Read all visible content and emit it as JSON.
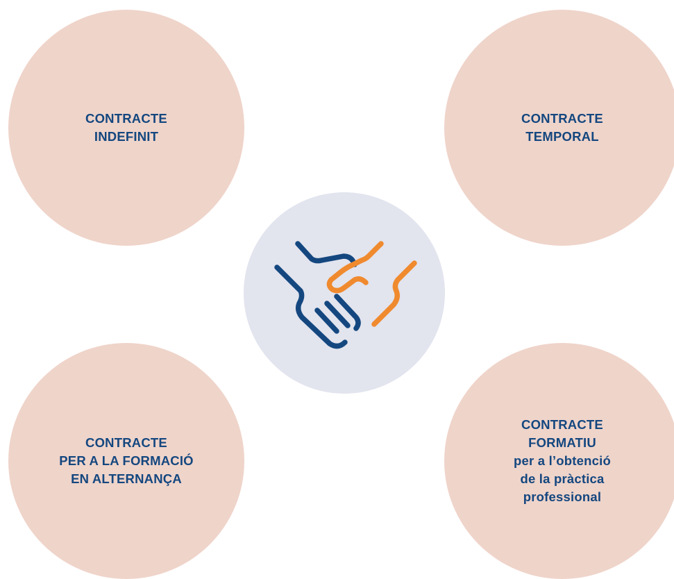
{
  "colors": {
    "bubble_fill": "#efd4ca",
    "center_fill": "#e2e4ee",
    "text": "#14477f",
    "hand_blue": "#14477f",
    "hand_orange": "#f08a2e"
  },
  "center_icon": "handshake-icon",
  "contracts": {
    "indefinit": {
      "lines": [
        "CONTRACTE",
        "INDEFINIT"
      ]
    },
    "temporal": {
      "lines": [
        "CONTRACTE",
        "TEMPORAL"
      ]
    },
    "alternanca": {
      "lines": [
        "CONTRACTE",
        "PER A LA FORMACIÓ",
        "EN ALTERNANÇA"
      ]
    },
    "practica": {
      "lines": [
        "CONTRACTE",
        "FORMATIU",
        "per a l’obtenció",
        "de la pràctica",
        "professional"
      ]
    }
  }
}
